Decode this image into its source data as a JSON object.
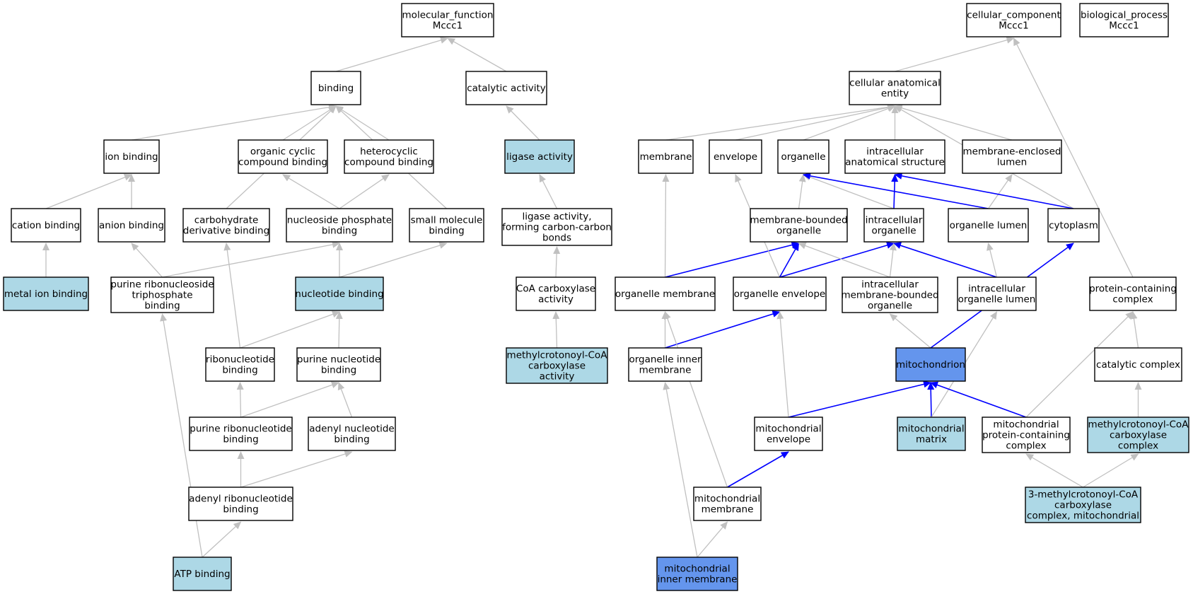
{
  "colors": {
    "default_fill": "#ffffff",
    "annotated_fill": "#add8e6",
    "highlight_fill": "#6495ed",
    "stroke": "#000000",
    "edge_gray": "#c0c0c0",
    "edge_blue": "#0000ff"
  },
  "nodes": [
    {
      "id": "mf",
      "lines": [
        "molecular_function",
        "Mccc1"
      ],
      "fill": "white"
    },
    {
      "id": "binding",
      "lines": [
        "binding"
      ],
      "fill": "white"
    },
    {
      "id": "catalytic",
      "lines": [
        "catalytic activity"
      ],
      "fill": "white"
    },
    {
      "id": "ionb",
      "lines": [
        "ion binding"
      ],
      "fill": "white"
    },
    {
      "id": "orgcyc",
      "lines": [
        "organic cyclic",
        "compound binding"
      ],
      "fill": "white"
    },
    {
      "id": "hetcyc",
      "lines": [
        "heterocyclic",
        "compound binding"
      ],
      "fill": "white"
    },
    {
      "id": "ligase",
      "lines": [
        "ligase activity"
      ],
      "fill": "annotated"
    },
    {
      "id": "cation",
      "lines": [
        "cation binding"
      ],
      "fill": "white"
    },
    {
      "id": "anion",
      "lines": [
        "anion binding"
      ],
      "fill": "white"
    },
    {
      "id": "carbderiv",
      "lines": [
        "carbohydrate",
        "derivative binding"
      ],
      "fill": "white"
    },
    {
      "id": "nucphos",
      "lines": [
        "nucleoside phosphate",
        "binding"
      ],
      "fill": "white"
    },
    {
      "id": "smallmol",
      "lines": [
        "small molecule",
        "binding"
      ],
      "fill": "white"
    },
    {
      "id": "ligasecc",
      "lines": [
        "ligase activity,",
        "forming carbon-carbon",
        "bonds"
      ],
      "fill": "white"
    },
    {
      "id": "metalion",
      "lines": [
        "metal ion binding"
      ],
      "fill": "annotated"
    },
    {
      "id": "purtri",
      "lines": [
        "purine ribonucleoside",
        "triphosphate",
        "binding"
      ],
      "fill": "white"
    },
    {
      "id": "nucb",
      "lines": [
        "nucleotide binding"
      ],
      "fill": "annotated"
    },
    {
      "id": "coacarb",
      "lines": [
        "CoA carboxylase",
        "activity"
      ],
      "fill": "white"
    },
    {
      "id": "ribonuc",
      "lines": [
        "ribonucleotide",
        "binding"
      ],
      "fill": "white"
    },
    {
      "id": "purnuc",
      "lines": [
        "purine nucleotide",
        "binding"
      ],
      "fill": "white"
    },
    {
      "id": "mcca",
      "lines": [
        "methylcrotonoyl-CoA",
        "carboxylase",
        "activity"
      ],
      "fill": "annotated"
    },
    {
      "id": "purribo",
      "lines": [
        "purine ribonucleotide",
        "binding"
      ],
      "fill": "white"
    },
    {
      "id": "adenyl",
      "lines": [
        "adenyl nucleotide",
        "binding"
      ],
      "fill": "white"
    },
    {
      "id": "adenylribo",
      "lines": [
        "adenyl ribonucleotide",
        "binding"
      ],
      "fill": "white"
    },
    {
      "id": "atp",
      "lines": [
        "ATP binding"
      ],
      "fill": "annotated"
    },
    {
      "id": "cc",
      "lines": [
        "cellular_component",
        "Mccc1"
      ],
      "fill": "white"
    },
    {
      "id": "bp",
      "lines": [
        "biological_process",
        "Mccc1"
      ],
      "fill": "white"
    },
    {
      "id": "cae",
      "lines": [
        "cellular anatomical",
        "entity"
      ],
      "fill": "white"
    },
    {
      "id": "membrane",
      "lines": [
        "membrane"
      ],
      "fill": "white"
    },
    {
      "id": "envelope",
      "lines": [
        "envelope"
      ],
      "fill": "white"
    },
    {
      "id": "organelle",
      "lines": [
        "organelle"
      ],
      "fill": "white"
    },
    {
      "id": "ias",
      "lines": [
        "intracellular",
        "anatomical structure"
      ],
      "fill": "white"
    },
    {
      "id": "mel",
      "lines": [
        "membrane-enclosed",
        "lumen"
      ],
      "fill": "white"
    },
    {
      "id": "mbo",
      "lines": [
        "membrane-bounded",
        "organelle"
      ],
      "fill": "white"
    },
    {
      "id": "io",
      "lines": [
        "intracellular",
        "organelle"
      ],
      "fill": "white"
    },
    {
      "id": "olumen",
      "lines": [
        "organelle lumen"
      ],
      "fill": "white"
    },
    {
      "id": "cytoplasm",
      "lines": [
        "cytoplasm"
      ],
      "fill": "white"
    },
    {
      "id": "omem",
      "lines": [
        "organelle membrane"
      ],
      "fill": "white"
    },
    {
      "id": "oenv",
      "lines": [
        "organelle envelope"
      ],
      "fill": "white"
    },
    {
      "id": "imbo",
      "lines": [
        "intracellular",
        "membrane-bounded",
        "organelle"
      ],
      "fill": "white"
    },
    {
      "id": "iol",
      "lines": [
        "intracellular",
        "organelle lumen"
      ],
      "fill": "white"
    },
    {
      "id": "pcc",
      "lines": [
        "protein-containing",
        "complex"
      ],
      "fill": "white"
    },
    {
      "id": "oim",
      "lines": [
        "organelle inner",
        "membrane"
      ],
      "fill": "white"
    },
    {
      "id": "mito",
      "lines": [
        "mitochondrion"
      ],
      "fill": "highlight"
    },
    {
      "id": "catcomp",
      "lines": [
        "catalytic complex"
      ],
      "fill": "white"
    },
    {
      "id": "mitoenv",
      "lines": [
        "mitochondrial",
        "envelope"
      ],
      "fill": "white"
    },
    {
      "id": "mitomat",
      "lines": [
        "mitochondrial",
        "matrix"
      ],
      "fill": "annotated"
    },
    {
      "id": "mpcc",
      "lines": [
        "mitochondrial",
        "protein-containing",
        "complex"
      ],
      "fill": "white"
    },
    {
      "id": "mccc",
      "lines": [
        "methylcrotonoyl-CoA",
        "carboxylase",
        "complex"
      ],
      "fill": "annotated"
    },
    {
      "id": "mitomem",
      "lines": [
        "mitochondrial",
        "membrane"
      ],
      "fill": "white"
    },
    {
      "id": "mcccmito",
      "lines": [
        "3-methylcrotonoyl-CoA",
        "carboxylase",
        "complex, mitochondrial"
      ],
      "fill": "annotated"
    },
    {
      "id": "mim",
      "lines": [
        "mitochondrial",
        "inner membrane"
      ],
      "fill": "highlight"
    }
  ],
  "edges": [
    {
      "from": "binding",
      "to": "mf",
      "color": "gray"
    },
    {
      "from": "catalytic",
      "to": "mf",
      "color": "gray"
    },
    {
      "from": "ionb",
      "to": "binding",
      "color": "gray"
    },
    {
      "from": "orgcyc",
      "to": "binding",
      "color": "gray"
    },
    {
      "from": "hetcyc",
      "to": "binding",
      "color": "gray"
    },
    {
      "from": "carbderiv",
      "to": "binding",
      "color": "gray"
    },
    {
      "from": "smallmol",
      "to": "binding",
      "color": "gray"
    },
    {
      "from": "ligase",
      "to": "catalytic",
      "color": "gray"
    },
    {
      "from": "cation",
      "to": "ionb",
      "color": "gray"
    },
    {
      "from": "anion",
      "to": "ionb",
      "color": "gray"
    },
    {
      "from": "nucphos",
      "to": "orgcyc",
      "color": "gray"
    },
    {
      "from": "nucphos",
      "to": "hetcyc",
      "color": "gray"
    },
    {
      "from": "ligasecc",
      "to": "ligase",
      "color": "gray"
    },
    {
      "from": "metalion",
      "to": "cation",
      "color": "gray"
    },
    {
      "from": "purtri",
      "to": "anion",
      "color": "gray"
    },
    {
      "from": "purtri",
      "to": "nucphos",
      "color": "gray"
    },
    {
      "from": "nucb",
      "to": "nucphos",
      "color": "gray"
    },
    {
      "from": "nucb",
      "to": "smallmol",
      "color": "gray"
    },
    {
      "from": "coacarb",
      "to": "ligasecc",
      "color": "gray"
    },
    {
      "from": "ribonuc",
      "to": "carbderiv",
      "color": "gray"
    },
    {
      "from": "ribonuc",
      "to": "nucb",
      "color": "gray"
    },
    {
      "from": "purnuc",
      "to": "nucb",
      "color": "gray"
    },
    {
      "from": "mcca",
      "to": "coacarb",
      "color": "gray"
    },
    {
      "from": "purribo",
      "to": "ribonuc",
      "color": "gray"
    },
    {
      "from": "purribo",
      "to": "purnuc",
      "color": "gray"
    },
    {
      "from": "adenyl",
      "to": "purnuc",
      "color": "gray"
    },
    {
      "from": "adenylribo",
      "to": "purribo",
      "color": "gray"
    },
    {
      "from": "adenylribo",
      "to": "adenyl",
      "color": "gray"
    },
    {
      "from": "atp",
      "to": "adenylribo",
      "color": "gray"
    },
    {
      "from": "atp",
      "to": "purtri",
      "color": "gray"
    },
    {
      "from": "cae",
      "to": "cc",
      "color": "gray"
    },
    {
      "from": "pcc",
      "to": "cc",
      "color": "gray"
    },
    {
      "from": "membrane",
      "to": "cae",
      "color": "gray"
    },
    {
      "from": "envelope",
      "to": "cae",
      "color": "gray"
    },
    {
      "from": "organelle",
      "to": "cae",
      "color": "gray"
    },
    {
      "from": "ias",
      "to": "cae",
      "color": "gray"
    },
    {
      "from": "mel",
      "to": "cae",
      "color": "gray"
    },
    {
      "from": "cytoplasm",
      "to": "cae",
      "color": "gray"
    },
    {
      "from": "mbo",
      "to": "organelle",
      "color": "gray"
    },
    {
      "from": "io",
      "to": "organelle",
      "color": "gray"
    },
    {
      "from": "io",
      "to": "ias",
      "color": "blue"
    },
    {
      "from": "olumen",
      "to": "organelle",
      "color": "blue"
    },
    {
      "from": "olumen",
      "to": "mel",
      "color": "gray"
    },
    {
      "from": "cytoplasm",
      "to": "ias",
      "color": "blue"
    },
    {
      "from": "omem",
      "to": "membrane",
      "color": "gray"
    },
    {
      "from": "omem",
      "to": "mbo",
      "color": "blue"
    },
    {
      "from": "oenv",
      "to": "envelope",
      "color": "gray"
    },
    {
      "from": "oenv",
      "to": "mbo",
      "color": "blue"
    },
    {
      "from": "oenv",
      "to": "io",
      "color": "blue"
    },
    {
      "from": "imbo",
      "to": "mbo",
      "color": "gray"
    },
    {
      "from": "imbo",
      "to": "io",
      "color": "gray"
    },
    {
      "from": "iol",
      "to": "io",
      "color": "blue"
    },
    {
      "from": "iol",
      "to": "olumen",
      "color": "gray"
    },
    {
      "from": "oim",
      "to": "omem",
      "color": "gray"
    },
    {
      "from": "oim",
      "to": "oenv",
      "color": "blue"
    },
    {
      "from": "mito",
      "to": "imbo",
      "color": "gray"
    },
    {
      "from": "mito",
      "to": "cytoplasm",
      "color": "blue"
    },
    {
      "from": "catcomp",
      "to": "pcc",
      "color": "gray"
    },
    {
      "from": "mitoenv",
      "to": "oenv",
      "color": "gray"
    },
    {
      "from": "mitoenv",
      "to": "mito",
      "color": "blue"
    },
    {
      "from": "mitomat",
      "to": "mito",
      "color": "blue"
    },
    {
      "from": "mitomat",
      "to": "iol",
      "color": "gray"
    },
    {
      "from": "mpcc",
      "to": "mito",
      "color": "blue"
    },
    {
      "from": "mpcc",
      "to": "pcc",
      "color": "gray"
    },
    {
      "from": "mccc",
      "to": "catcomp",
      "color": "gray"
    },
    {
      "from": "mitomem",
      "to": "mitoenv",
      "color": "blue"
    },
    {
      "from": "mitomem",
      "to": "omem",
      "color": "gray"
    },
    {
      "from": "mcccmito",
      "to": "mpcc",
      "color": "gray"
    },
    {
      "from": "mcccmito",
      "to": "mccc",
      "color": "gray"
    },
    {
      "from": "mim",
      "to": "mitomem",
      "color": "gray"
    },
    {
      "from": "mim",
      "to": "oim",
      "color": "gray"
    }
  ]
}
